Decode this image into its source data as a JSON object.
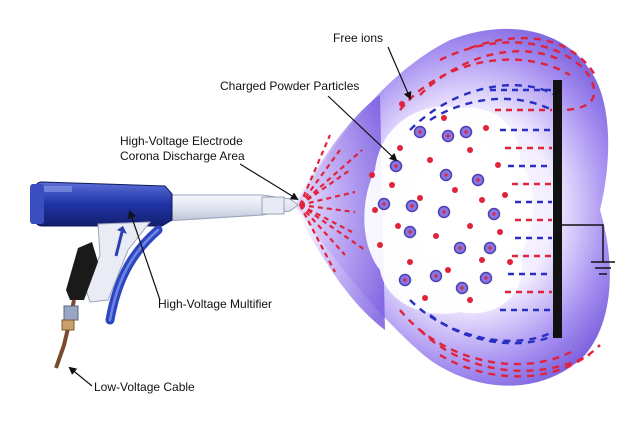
{
  "labels": {
    "free_ions": "Free ions",
    "charged_powder_particles": "Charged Powder Particles",
    "electrode_line1": "High-Voltage Electrode",
    "electrode_line2": "Corona Discharge Area",
    "multiplier": "High-Voltage Multifier",
    "cable": "Low-Voltage Cable"
  },
  "colors": {
    "background": "#ffffff",
    "cloud": "#8a6fe0",
    "gun_body": "#2a3fb0",
    "gun_nozzle": "#dfe4ef",
    "field_red": "#e0233a",
    "field_blue": "#2a2fc4",
    "ion": "#e0233a",
    "particle": "#7b6cd8",
    "ground_plate": "#111111"
  }
}
